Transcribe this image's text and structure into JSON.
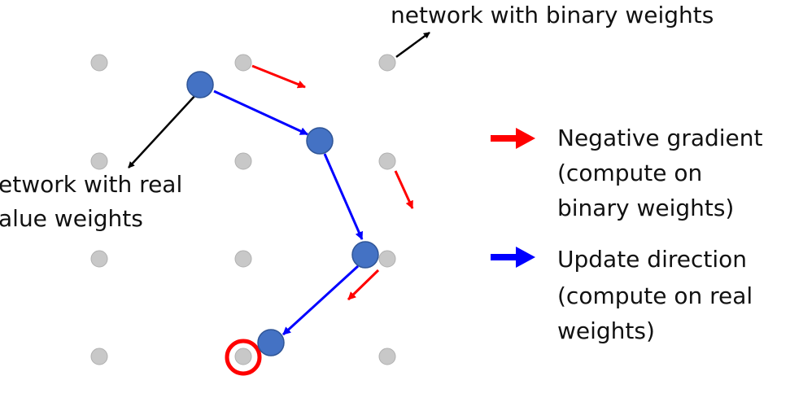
{
  "labels": {
    "binary_network": "network with binary weights",
    "real_network_line1": "etwork with real",
    "real_network_line2": "alue weights"
  },
  "legend": {
    "negative_gradient": {
      "color": "#ff0000",
      "line1": "Negative gradient",
      "line2": "(compute on",
      "line3": "binary weights)"
    },
    "update_direction": {
      "color": "#0000ff",
      "line1": "Update direction",
      "line2": "(compute on real",
      "line3": "weights)"
    }
  },
  "colors": {
    "binary_grid_point": "#c8c8c8",
    "real_weight_point": "#4472c4",
    "final_highlight_ring": "#ff0000",
    "pointer_arrow": "#000000"
  }
}
